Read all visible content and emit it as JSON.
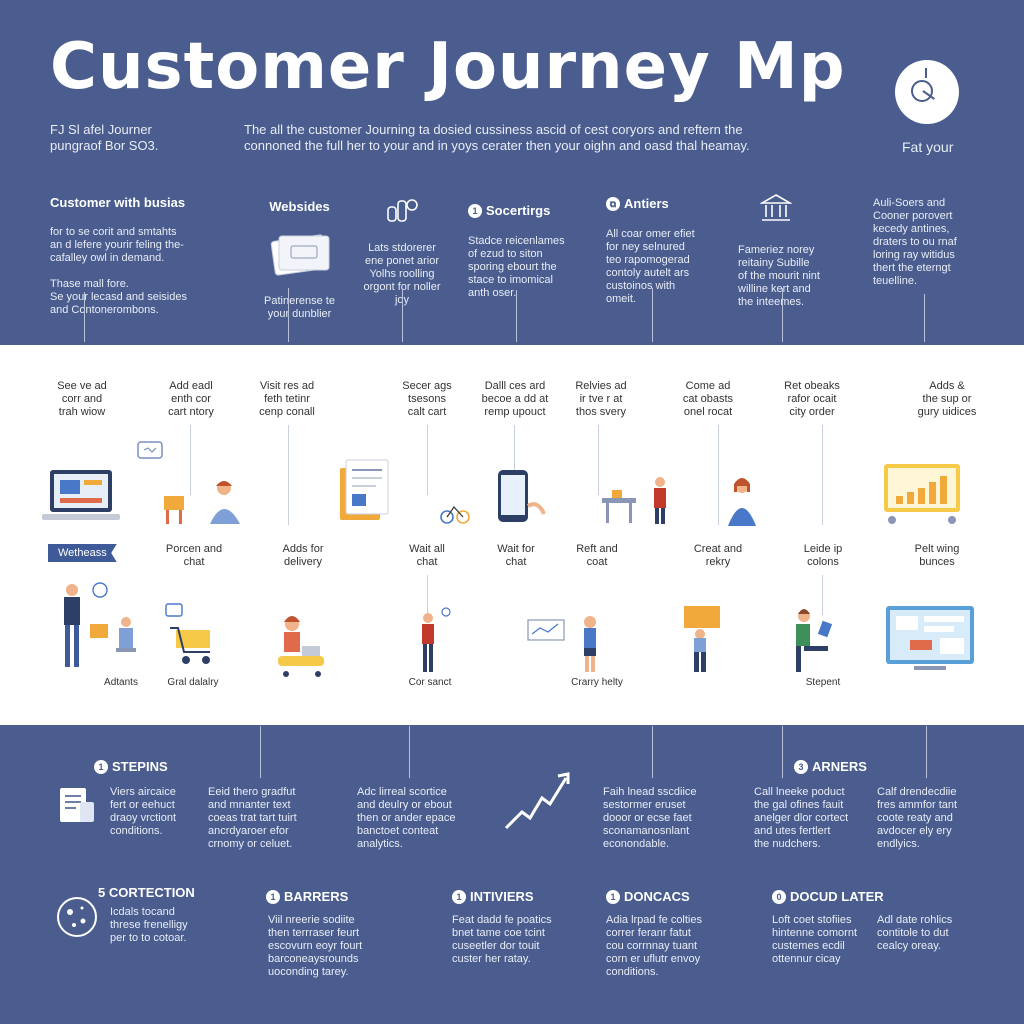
{
  "title": "Customer Journey Mp",
  "header": {
    "right_label": "Fat your",
    "intro_left": "FJ Sl afel Journer\npungraof Bor SO3.",
    "intro_center": "The all the customer Journing ta dosied cussiness ascid of cest coryors and reftern the\nconnoned the full her to your and in yoys cerater then your oighn and oasd thal heamay."
  },
  "top_columns": [
    {
      "heading": "Customer with busias",
      "body": "for to se corit and smtahts\nan d lefere yourir feling the-\ncafalley owl in demand.\n\nThase mall fore.\nSe your lecasd and seisides\nand Contonerombons."
    },
    {
      "heading": "Websides",
      "body": "Patinerense te\nyour dunblier"
    },
    {
      "heading": "",
      "body": "Lats stdorerer\nene ponet arior\nYolhs roolling\norgont for noller\njoy"
    },
    {
      "number": "1",
      "heading": "Socertirgs",
      "body": "Stadce reicenlames\nof ezud to siton\nsporing ebourt the\nstace to imomical\nanth oser."
    },
    {
      "heading": "Antiers",
      "body": "All coar omer efiet\nfor ney selnured\nteo rapomogerad\ncontoly autelt ars\ncustoinos with\nomeit."
    },
    {
      "heading": "",
      "body": "Fameriez norey\nreitainy Subille\nof the mourit nint\nwilline kert and\nthe inteemes."
    },
    {
      "heading": "",
      "body": "Auli-Soers and\nCooner porovert\nkecedy antines,\ndraters to ou rnaf\nloring ray witidus\nthert the eterngt\nteuelline."
    }
  ],
  "stages_top": [
    "See ve ad\ncorr and\ntrah wiow",
    "Add eadl\nenth cor\ncart ntory",
    "Visit res ad\nfeth tetinr\ncenp conall",
    "Secer ags\ntsesons\ncalt cart",
    "Dalll ces ard\nbecoe a dd at\nremp upouct",
    "Relvies ad\nir tve r at\nthos svery",
    "Come ad\ncat obasts\nonel rocat",
    "Ret obeaks\nrafor ocait\ncity order",
    "Adds &\nthe sup or\ngury uidices"
  ],
  "stages_bottom": [
    "Wetheass",
    "Porcen and\nchat",
    "Adds for\ndelivery",
    "Wait all\nchat",
    "Wait for\nchat",
    "Reft and\ncoat",
    "Creat and\nrekry",
    "Leide ip\ncolons",
    "Pelt wing\nbunces"
  ],
  "captions": [
    "Adtants",
    "Gral dalalry",
    "Cor sanct",
    "Crarry helty",
    "Stepent"
  ],
  "bottom_row1": [
    {
      "number": "1",
      "heading": "STEPINS",
      "body": "Viers aircaice\nfert or eehuct\ndraoy vrctiont\nconditions."
    },
    {
      "heading": "",
      "body": "Eeid thero gradfut\nand mnanter text\ncoeas trat tart tuirt\nancrdyaroer efor\ncrnomy or celuet."
    },
    {
      "heading": "",
      "body": "Adc lirreal scortice\nand deulry or ebout\nthen or ander epace\nbanctoet conteat\nanalytics."
    },
    {
      "heading": "",
      "body": "Faih lnead sscdiice\nsestormer eruset\ndooor or ecse faet\nsconamanosnlant\neconondable."
    },
    {
      "heading": "",
      "body": "Call lneeke poduct\nthe gal ofines fauit\nanelger dlor cortect\nand utes fertlert\nthe nudchers."
    },
    {
      "number": "3",
      "heading": "ARNERS",
      "body": "Calf drendecdiie\nfres ammfor tant\ncoote reaty and\navdocer ely ery\nendlyics."
    }
  ],
  "bottom_row2": [
    {
      "number": "5",
      "heading": "CORTECTION",
      "body": "Icdals tocand\nthrese frenelligy\nper to to cotoar."
    },
    {
      "number": "1",
      "heading": "BARRERS",
      "body": "Viil nreerie sodiite\nthen terrraser feurt\nescovurn eoyr fourt\nbarconeaysrounds\nuoconding tarey."
    },
    {
      "number": "1",
      "heading": "INTIVIERS",
      "body": "Feat dadd fe poatics\nbnet tame coe tcint\ncuseetler dor touit\ncuster her ratay."
    },
    {
      "number": "1",
      "heading": "DONCACS",
      "body": "Adia lrpad fe colties\ncorrer feranr fatut\ncou corrnnay tuant\ncorn er uflutr envoy\nconditions."
    },
    {
      "number": "0",
      "heading": "DOCUD LATER",
      "body": "Loft coet stofiies\nhintenne comornt\ncustemes ecdil\nottennur cicay"
    },
    {
      "heading": "",
      "body": "Adl date rohlics\ncontitole to dut\ncealcy oreay."
    }
  ],
  "colors": {
    "navy_band": "#4a5d8e",
    "mid_band": "#ffffff",
    "accent_orange": "#f2a93b",
    "accent_blue": "#3e5a99"
  }
}
